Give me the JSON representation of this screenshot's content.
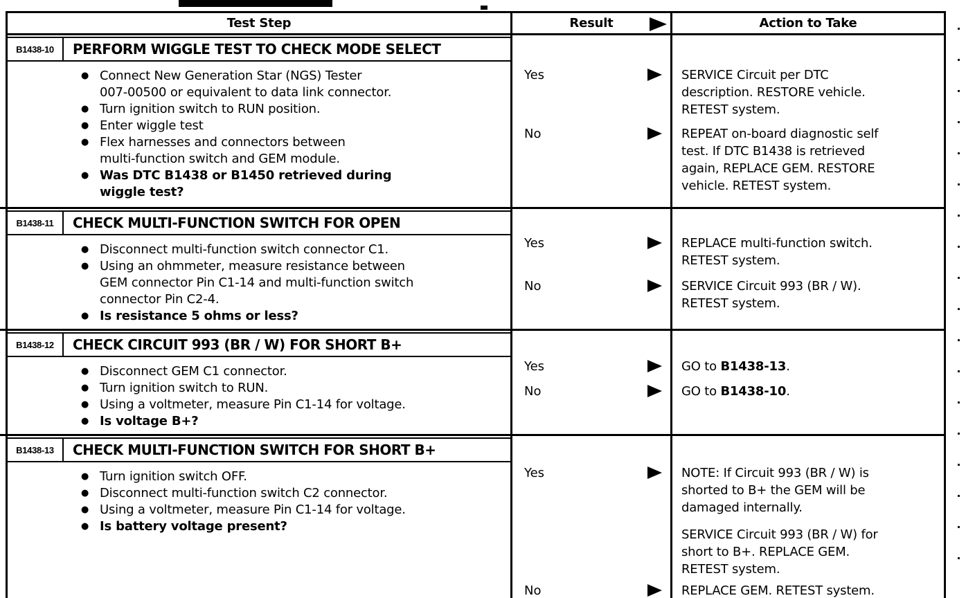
{
  "icons": {
    "result_arrow": "▶",
    "bullet": "●"
  },
  "table": {
    "header": {
      "test_step": "Test Step",
      "result": "Result",
      "action": "Action to Take"
    },
    "steps": [
      {
        "id": "B1438-10",
        "title": "PERFORM WIGGLE TEST TO CHECK MODE SELECT",
        "bullets": [
          {
            "text": "Connect New Generation Star (NGS) Tester\n007-00500 or equivalent to data link connector.",
            "bold": false
          },
          {
            "text": "Turn ignition switch to RUN position.",
            "bold": false
          },
          {
            "text": "Enter wiggle test",
            "bold": false
          },
          {
            "text": "Flex harnesses and connectors between\nmulti-function switch and GEM module.",
            "bold": false
          },
          {
            "text": "Was DTC B1438 or B1450 retrieved during\nwiggle test?",
            "bold": true
          }
        ],
        "entries": [
          {
            "label": "Yes",
            "paragraphs": [
              [
                {
                  "t": "SERVICE Circuit per DTC\ndescription. RESTORE vehicle.\nRETEST system.",
                  "b": false
                }
              ]
            ]
          },
          {
            "label": "No",
            "paragraphs": [
              [
                {
                  "t": "REPEAT on-board diagnostic self\ntest. If DTC B1438 is retrieved\nagain, REPLACE GEM. RESTORE\nvehicle. RETEST system.",
                  "b": false
                }
              ]
            ]
          }
        ]
      },
      {
        "id": "B1438-11",
        "title": "CHECK MULTI-FUNCTION SWITCH FOR OPEN",
        "bullets": [
          {
            "text": "Disconnect multi-function switch connector C1.",
            "bold": false
          },
          {
            "text": "Using an ohmmeter, measure resistance between\nGEM connector Pin C1-14 and multi-function switch\nconnector Pin C2-4.",
            "bold": false
          },
          {
            "text": "Is resistance 5 ohms or less?",
            "bold": true
          }
        ],
        "entries": [
          {
            "label": "Yes",
            "paragraphs": [
              [
                {
                  "t": "REPLACE multi-function switch.\nRETEST system.",
                  "b": false
                }
              ]
            ]
          },
          {
            "label": "No",
            "paragraphs": [
              [
                {
                  "t": "SERVICE Circuit 993 (BR / W).\nRETEST system.",
                  "b": false
                }
              ]
            ]
          }
        ]
      },
      {
        "id": "B1438-12",
        "title": "CHECK CIRCUIT 993 (BR / W) FOR SHORT B+",
        "bullets": [
          {
            "text": "Disconnect GEM C1 connector.",
            "bold": false
          },
          {
            "text": "Turn ignition switch to RUN.",
            "bold": false
          },
          {
            "text": "Using a voltmeter, measure Pin C1-14 for voltage.",
            "bold": false
          },
          {
            "text": "Is voltage B+?",
            "bold": true
          }
        ],
        "entries": [
          {
            "label": "Yes",
            "paragraphs": [
              [
                {
                  "t": "GO to ",
                  "b": false
                },
                {
                  "t": "B1438-13",
                  "b": true
                },
                {
                  "t": ".",
                  "b": false
                }
              ]
            ]
          },
          {
            "label": "No",
            "paragraphs": [
              [
                {
                  "t": "GO to ",
                  "b": false
                },
                {
                  "t": "B1438-10",
                  "b": true
                },
                {
                  "t": ".",
                  "b": false
                }
              ]
            ]
          }
        ]
      },
      {
        "id": "B1438-13",
        "title": "CHECK MULTI-FUNCTION SWITCH FOR SHORT B+",
        "bullets": [
          {
            "text": "Turn ignition switch OFF.",
            "bold": false
          },
          {
            "text": "Disconnect multi-function switch C2 connector.",
            "bold": false
          },
          {
            "text": "Using a voltmeter, measure Pin C1-14 for voltage.",
            "bold": false
          },
          {
            "text": "Is battery voltage present?",
            "bold": true
          }
        ],
        "entries": [
          {
            "label": "Yes",
            "paragraphs": [
              [
                {
                  "t": "NOTE: If Circuit 993 (BR / W) is\nshorted to B+ the GEM will be\ndamaged internally.",
                  "b": false
                }
              ],
              [
                {
                  "t": "SERVICE Circuit 993 (BR / W) for\nshort to B+. REPLACE GEM.\nRETEST system.",
                  "b": false
                }
              ]
            ]
          },
          {
            "label": "No",
            "paragraphs": [
              [
                {
                  "t": "REPLACE GEM. RETEST system.",
                  "b": false
                }
              ]
            ]
          }
        ]
      }
    ]
  }
}
